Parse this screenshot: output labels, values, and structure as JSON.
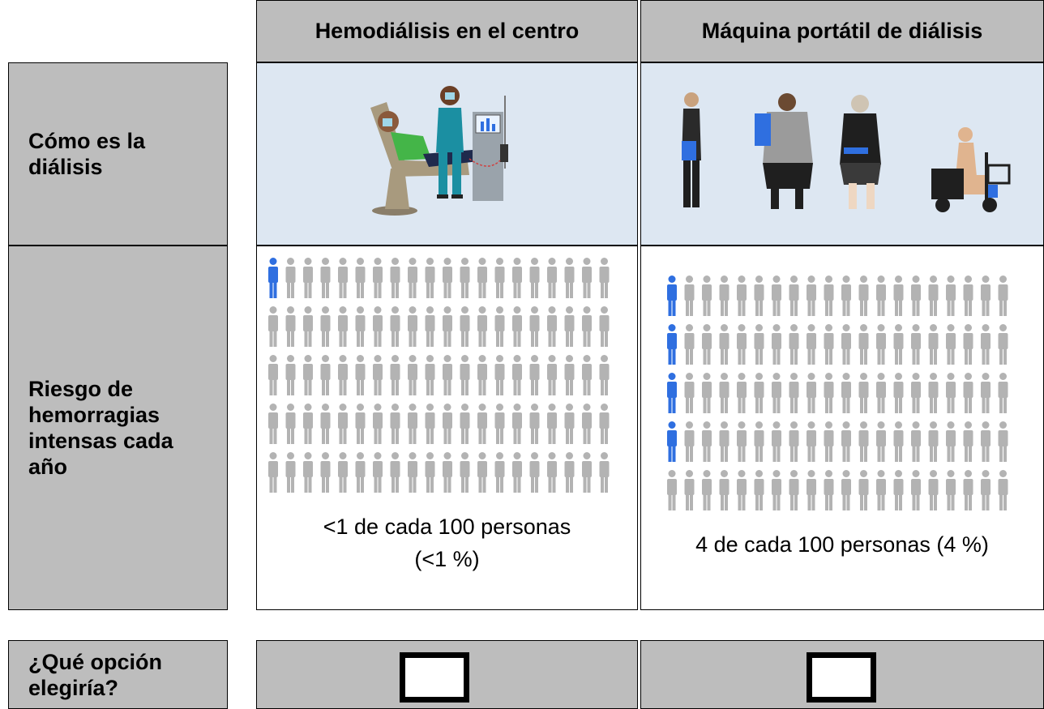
{
  "header": {
    "col1": "Hemodiálisis en el centro",
    "col2": "Máquina portátil de diálisis"
  },
  "rows": {
    "how": "Cómo es la diálisis",
    "how_lines": [
      "Cómo es la",
      "diálisis"
    ],
    "risk": "Riesgo de hemorragias intensas cada año",
    "risk_lines": [
      "Riesgo de",
      "hemorragias",
      "intensas cada",
      "año"
    ],
    "choice": "¿Qué opción elegiría?",
    "choice_lines": [
      "¿Qué opción",
      "elegiría?"
    ]
  },
  "risk_col1": {
    "caption_line1": "<1 de cada 100 personas",
    "caption_line2": "(<1 %)",
    "highlighted": 1,
    "total": 100
  },
  "risk_col2": {
    "caption": "4 de cada 100 personas (4 %)",
    "highlighted": 4,
    "total": 100
  },
  "colors": {
    "header_bg": "#bdbdbd",
    "image_bg": "#dde7f2",
    "person_gray": "#b3b3b3",
    "person_blue": "#2f6fe0"
  }
}
